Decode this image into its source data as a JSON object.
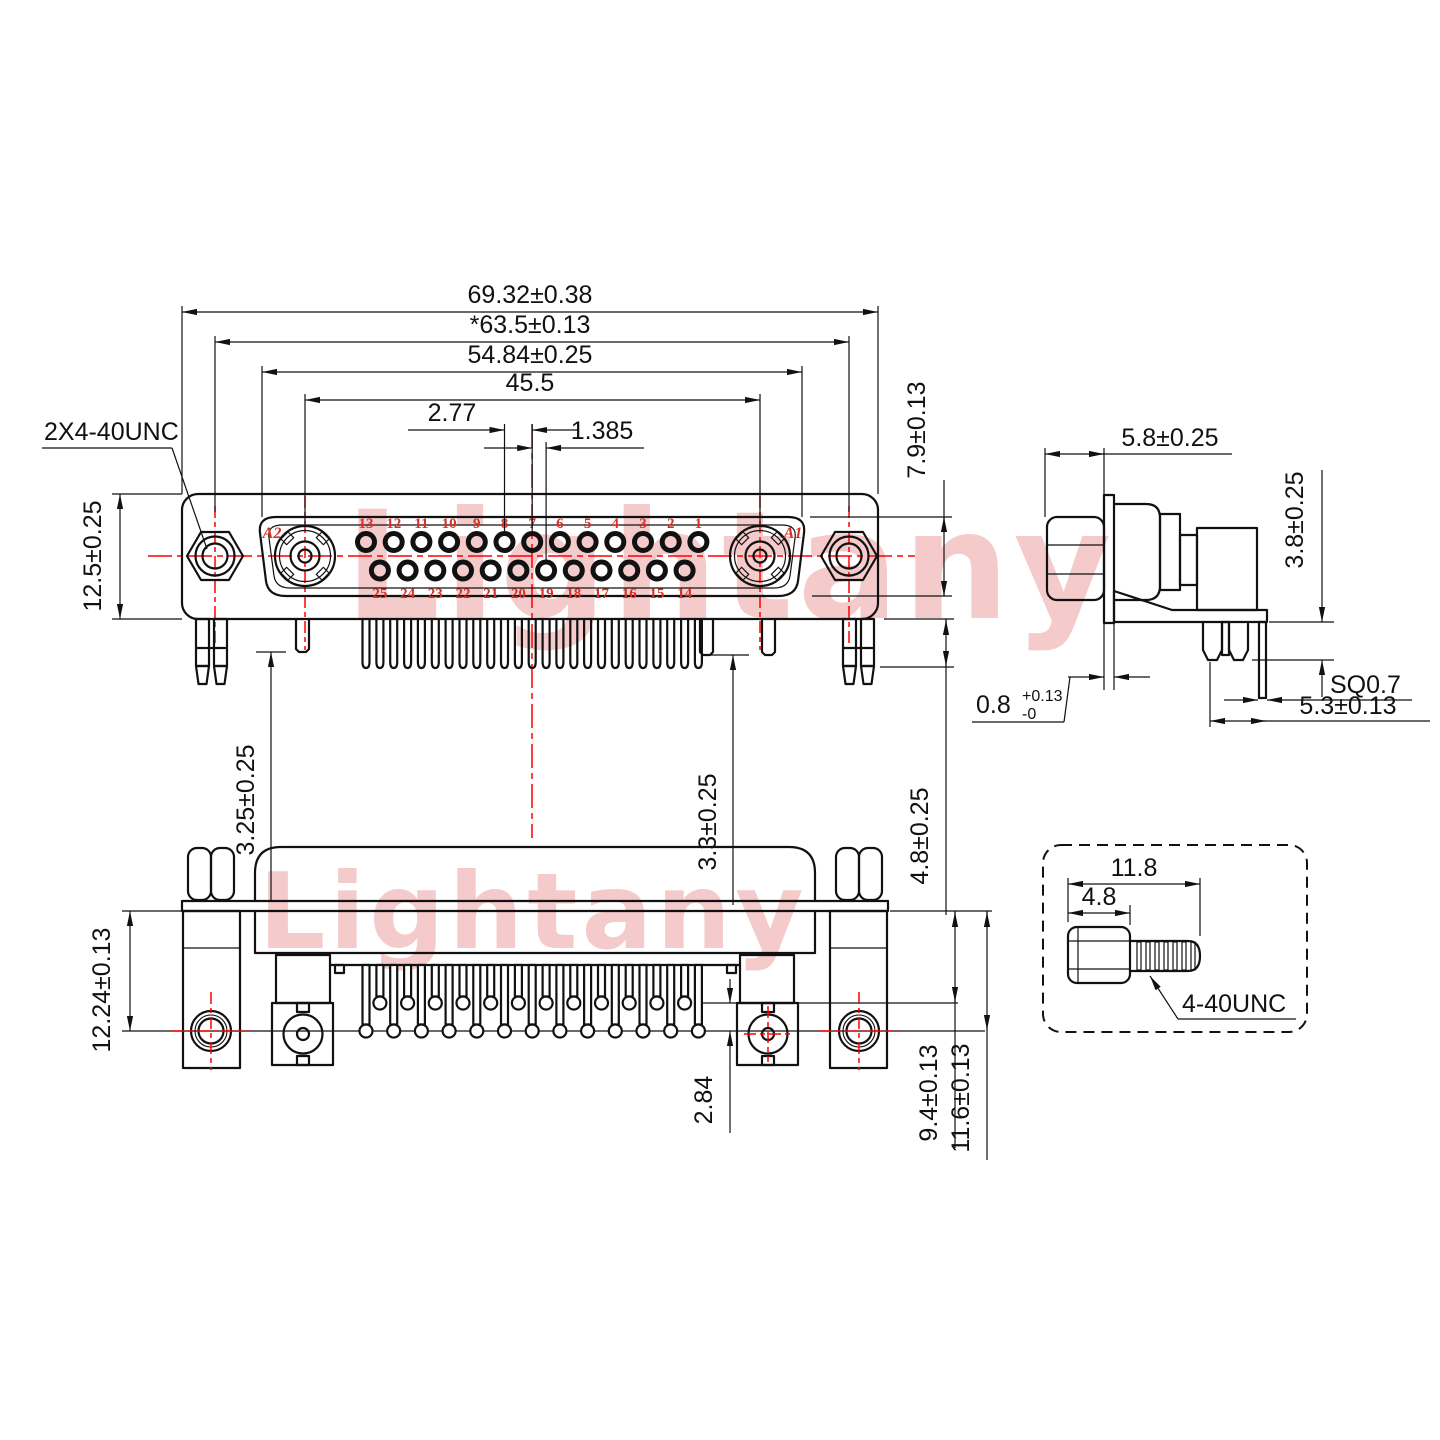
{
  "watermark": {
    "text": "Lightany"
  },
  "colors": {
    "line": "#111111",
    "centerline": "#ff0000",
    "pin_label": "#d93026",
    "watermark": "#f5caca"
  },
  "front_view": {
    "thread_label": "2X4-40UNC",
    "dim_width_outer": "69.32±0.38",
    "dim_width_jackscrews": "*63.5±0.13",
    "dim_width_face": "54.84±0.25",
    "dim_width_coax_span": "45.5",
    "dim_pin_pitch": "2.77",
    "dim_half_pitch": "1.385",
    "dim_body_height": "12.5±0.25",
    "dim_face_height": "7.9±0.13",
    "dim_left_leg": "3.25±0.25",
    "dim_right_leg": "3.3±0.25",
    "dim_foot_height": "4.8±0.25",
    "coax_left_label": "A2",
    "coax_right_label": "A1",
    "pins_top": [
      "13",
      "12",
      "11",
      "10",
      "9",
      "8",
      "7",
      "6",
      "5",
      "4",
      "3",
      "2",
      "1"
    ],
    "pins_bottom": [
      "25",
      "24",
      "23",
      "22",
      "21",
      "20",
      "19",
      "18",
      "17",
      "16",
      "15",
      "14"
    ]
  },
  "side_view": {
    "dim_screw_protrusion": "5.8±0.25",
    "dim_bracket_drop": "3.8±0.25",
    "dim_flange_thickness": "0.8",
    "dim_flange_tol_plus": "+0.13",
    "dim_flange_tol_minus": "-0",
    "dim_pin_square": "SQ0.7",
    "dim_pin_setback": "5.3±0.13"
  },
  "bottom_view": {
    "dim_bracket_length": "12.24±0.13",
    "dim_row_offset": "2.84",
    "dim_row1_depth": "9.4±0.13",
    "dim_row2_depth": "11.6±0.13"
  },
  "screw_detail": {
    "dim_total_length": "11.8",
    "dim_head_length": "4.8",
    "thread_label": "4-40UNC"
  }
}
